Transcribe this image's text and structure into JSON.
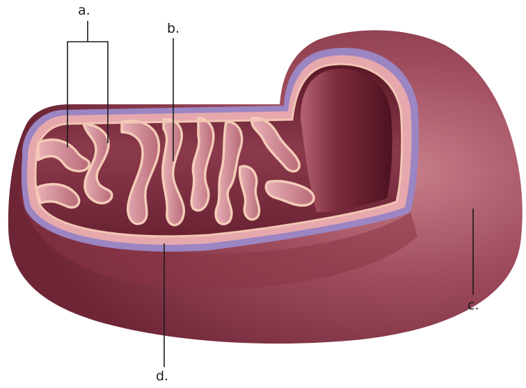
{
  "labels": {
    "a": "a.",
    "b": "b.",
    "c": "c.",
    "d": "d."
  },
  "colors": {
    "outer_membrane": "#8e3a4a",
    "outer_highlight": "#c98a96",
    "intermembrane_rim": "#8a7ab8",
    "inner_membrane": "#f0c3b0",
    "matrix_dark": "#5e1a28",
    "matrix_mid": "#9b4556",
    "cristae_fill": "#d99aa2",
    "leader_line": "#1a1a1a"
  }
}
